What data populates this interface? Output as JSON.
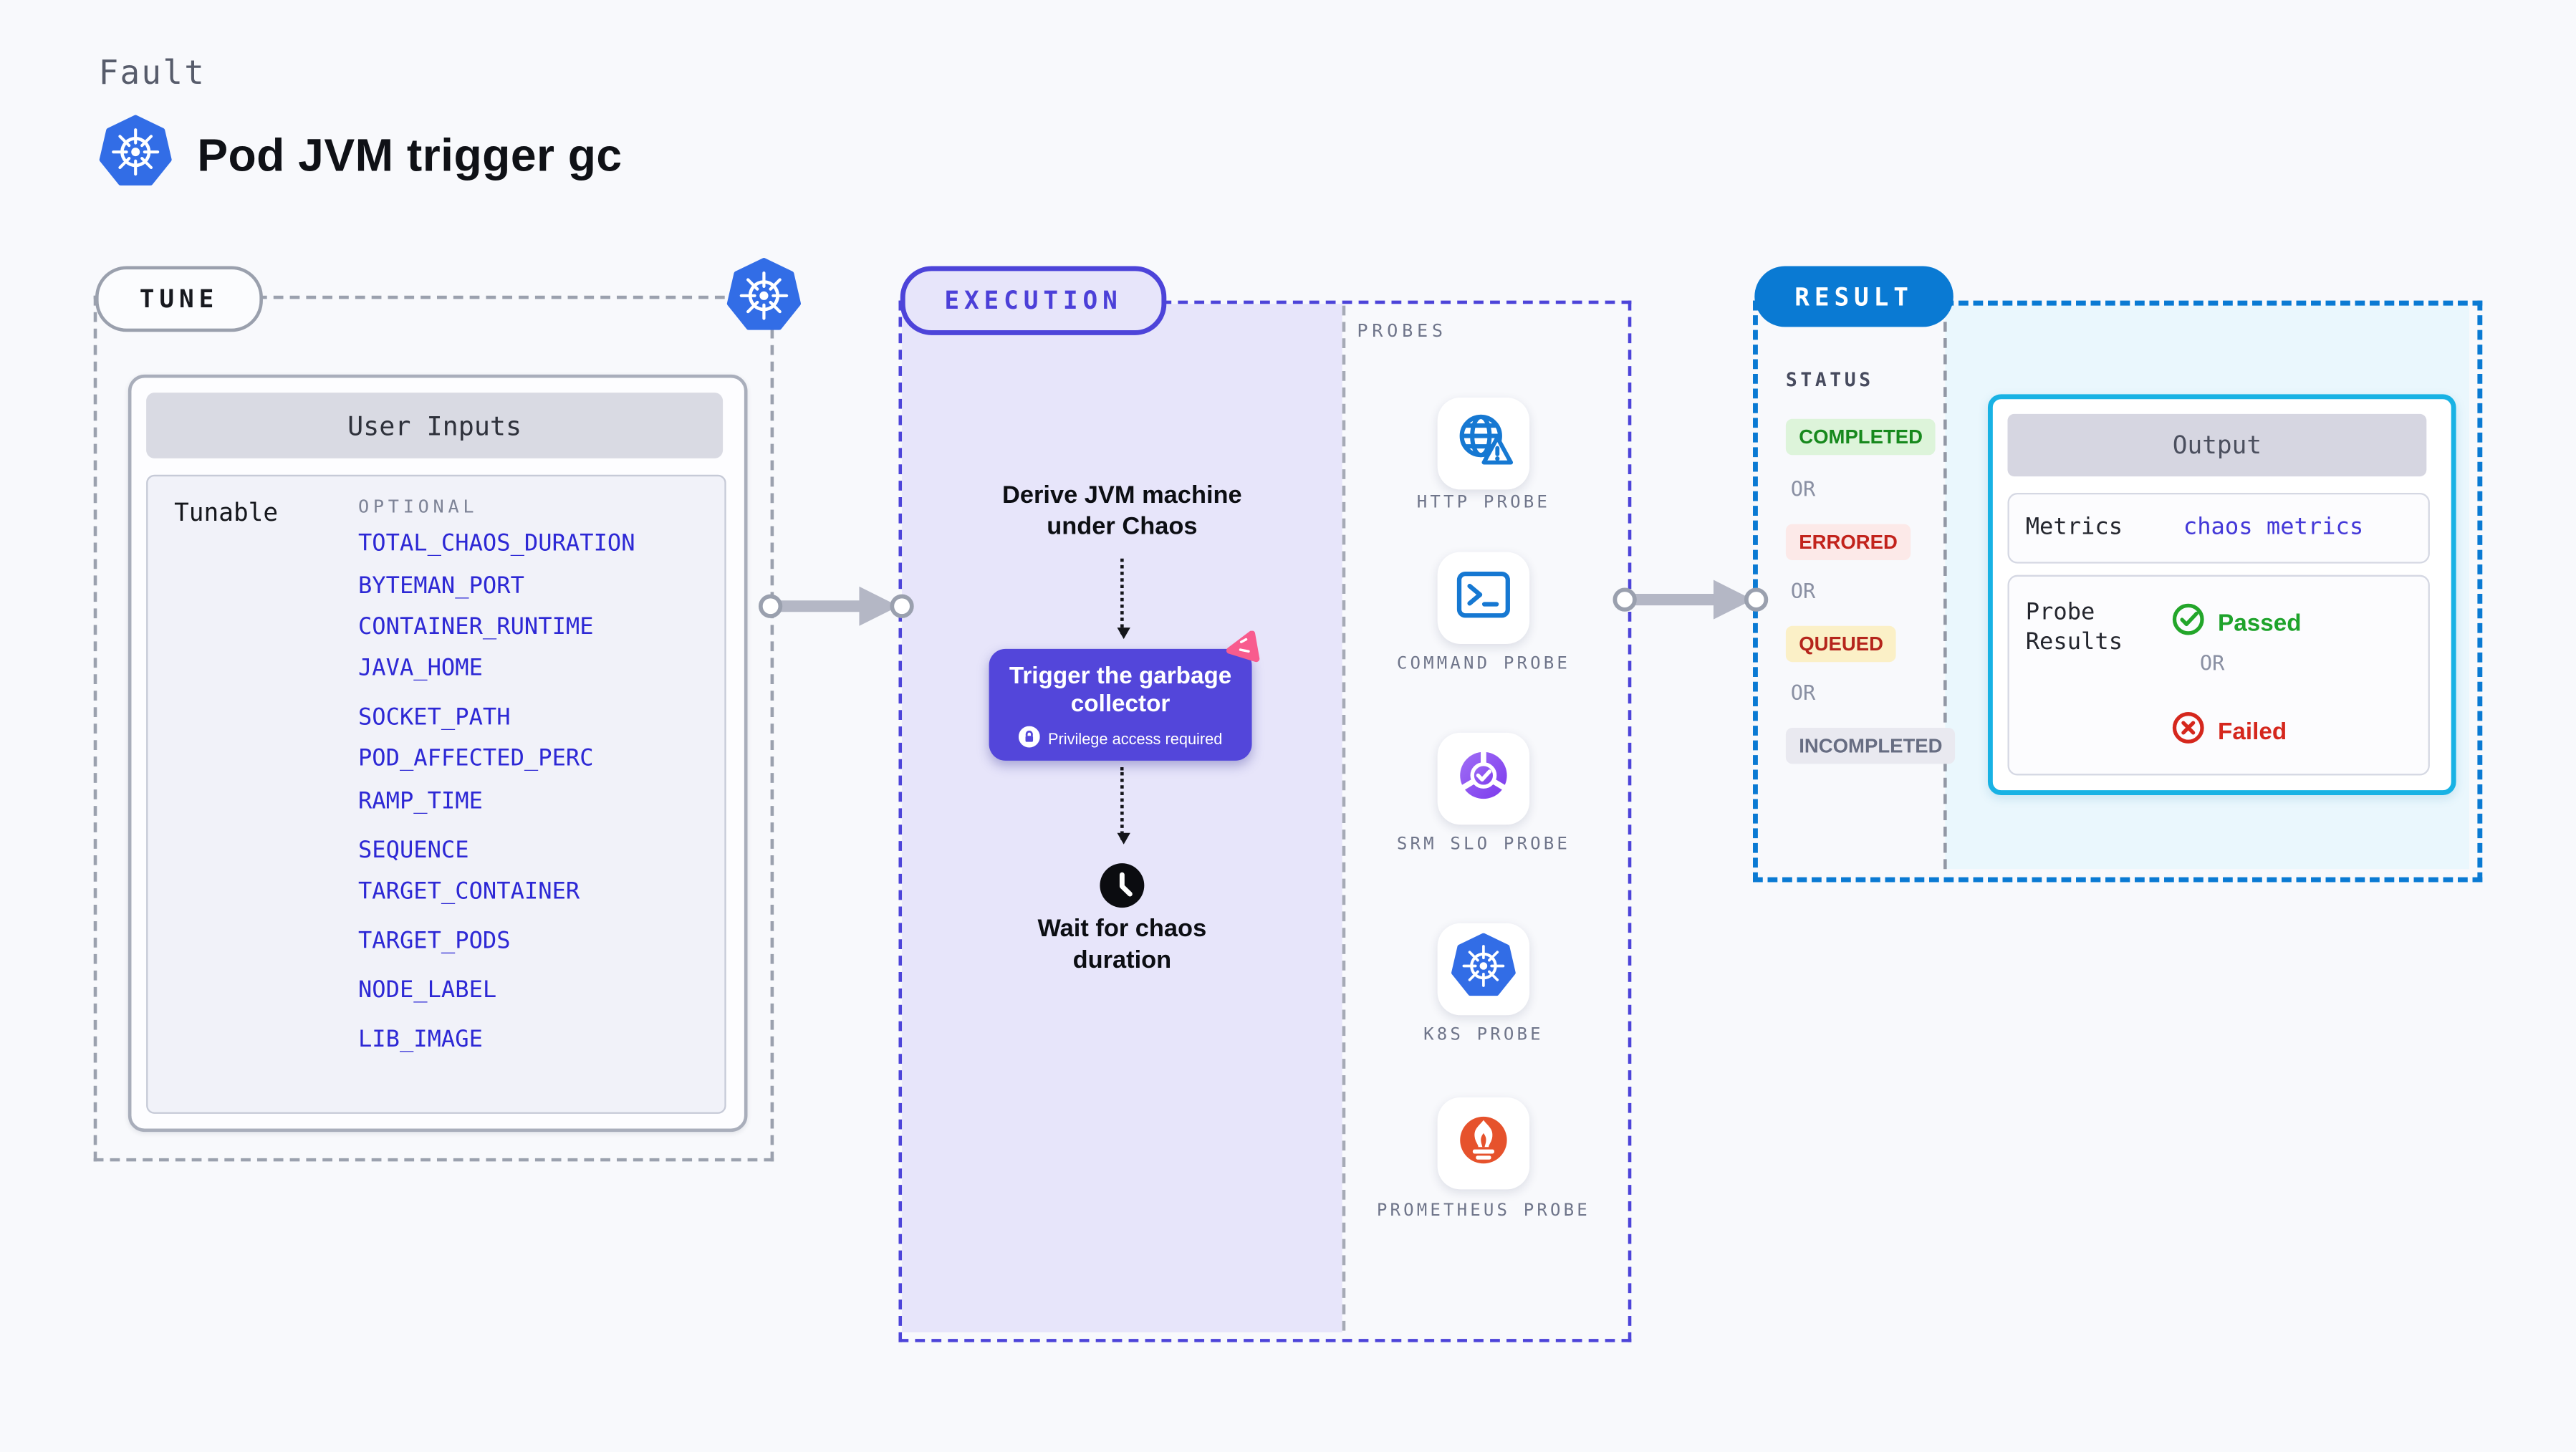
{
  "header": {
    "eyebrow": "Fault",
    "title": "Pod JVM trigger gc",
    "icon": "kubernetes-icon"
  },
  "tune": {
    "badge": "TUNE",
    "card": {
      "header": "User Inputs",
      "row_label": "Tunable",
      "group_label": "OPTIONAL",
      "items": [
        "TOTAL_CHAOS_DURATION",
        "BYTEMAN_PORT",
        "CONTAINER_RUNTIME",
        "JAVA_HOME",
        "SOCKET_PATH",
        "POD_AFFECTED_PERC",
        "RAMP_TIME",
        "SEQUENCE",
        "TARGET_CONTAINER",
        "TARGET_PODS",
        "NODE_LABEL",
        "LIB_IMAGE"
      ]
    }
  },
  "execution": {
    "badge": "EXECUTION",
    "derive_text": "Derive JVM machine under Chaos",
    "trigger_node": {
      "title": "Trigger the garbage collector",
      "privilege_note": "Privilege access required",
      "icon": "lock-icon",
      "corner_icon": "chaos-pink-icon"
    },
    "wait_text": "Wait for chaos duration",
    "wait_icon": "clock-icon"
  },
  "probes": {
    "title": "PROBES",
    "items": [
      {
        "label": "HTTP PROBE",
        "icon": "globe-alert-icon"
      },
      {
        "label": "COMMAND PROBE",
        "icon": "terminal-icon"
      },
      {
        "label": "SRM SLO PROBE",
        "icon": "slo-donut-check-icon"
      },
      {
        "label": "K8S PROBE",
        "icon": "kubernetes-icon"
      },
      {
        "label": "PROMETHEUS PROBE",
        "icon": "prometheus-flame-icon"
      }
    ]
  },
  "result": {
    "badge": "RESULT",
    "status_title": "STATUS",
    "or_label": "OR",
    "statuses": [
      {
        "label": "COMPLETED",
        "bg": "#ddf4da",
        "color": "#17891d"
      },
      {
        "label": "ERRORED",
        "bg": "#fce9e8",
        "color": "#c2231c"
      },
      {
        "label": "QUEUED",
        "bg": "#fbf0c7",
        "color": "#b5251c"
      },
      {
        "label": "INCOMPLETED",
        "bg": "#e9e9f0",
        "color": "#676d82"
      }
    ],
    "output": {
      "header": "Output",
      "metrics_label": "Metrics",
      "metrics_value": "chaos metrics",
      "probe_results_label": "Probe Results",
      "passed_label": "Passed",
      "failed_label": "Failed"
    }
  },
  "colors": {
    "page_bg": "#f8f9fc",
    "tune_border": "#9ba1ae",
    "execution_accent": "#4d44d9",
    "execution_fill": "#e7e5fa",
    "trigger_node_bg": "#5346da",
    "result_accent": "#0a7ad3",
    "result_fill": "#eaf7fd",
    "output_border": "#18b2e4",
    "input_item_blue": "#2d28d5",
    "kubernetes_blue": "#326de6",
    "probe_icon_blue": "#1678d2",
    "prometheus_orange": "#e6522c",
    "srm_purple": "#8b4ff0",
    "chaos_pink": "#f85c8e",
    "passed_green": "#1ea32b",
    "failed_red": "#d5271d"
  }
}
